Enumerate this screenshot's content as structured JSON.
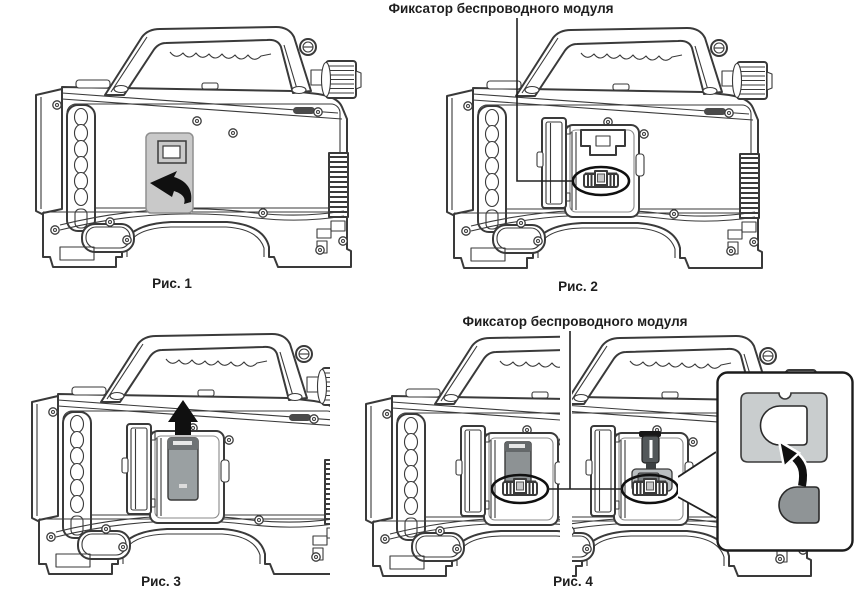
{
  "document": {
    "type": "camera-manual-illustration",
    "background": "#ffffff"
  },
  "labels": {
    "top": "Фиксатор беспроводного модуля",
    "bottom": "Фиксатор беспроводного модуля"
  },
  "figures": [
    {
      "caption": "Рис. 1"
    },
    {
      "caption": "Рис. 2"
    },
    {
      "caption": "Рис. 3"
    },
    {
      "caption": "Рис. 4"
    }
  ],
  "colors": {
    "bg": "#ffffff",
    "line": "#3a3a3a",
    "ink": "#101010",
    "panel": "#c9c9c9",
    "module": "#9aa0a2",
    "moduleband": "#6f7375",
    "moduledark": "#8d9294",
    "antenna": "#53585a",
    "insert": "#8f9496",
    "plate": "#c9cdce"
  }
}
